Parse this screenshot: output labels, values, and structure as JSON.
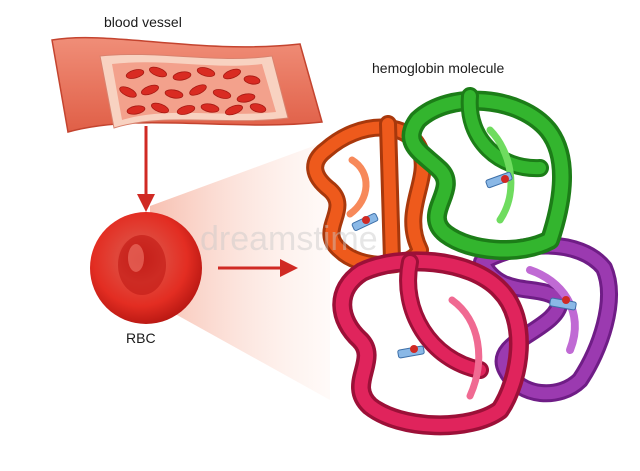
{
  "labels": {
    "vessel": "blood vessel",
    "hemoglobin": "hemoglobin molecule",
    "rbc": "RBC"
  },
  "colors": {
    "vessel_wall": "#e8765e",
    "vessel_inner": "#f6c6b2",
    "lumen": "#f3a18c",
    "cell_red": "#d92b22",
    "arrow_red": "#d02a24",
    "beam_light": "#fbe3db",
    "subunit_orange": "#ee5a1c",
    "subunit_green": "#33b52e",
    "subunit_pink": "#e0245c",
    "subunit_purple": "#9b3ab0",
    "heme_blue": "#8ab8e6"
  },
  "watermark": "dreamstime"
}
